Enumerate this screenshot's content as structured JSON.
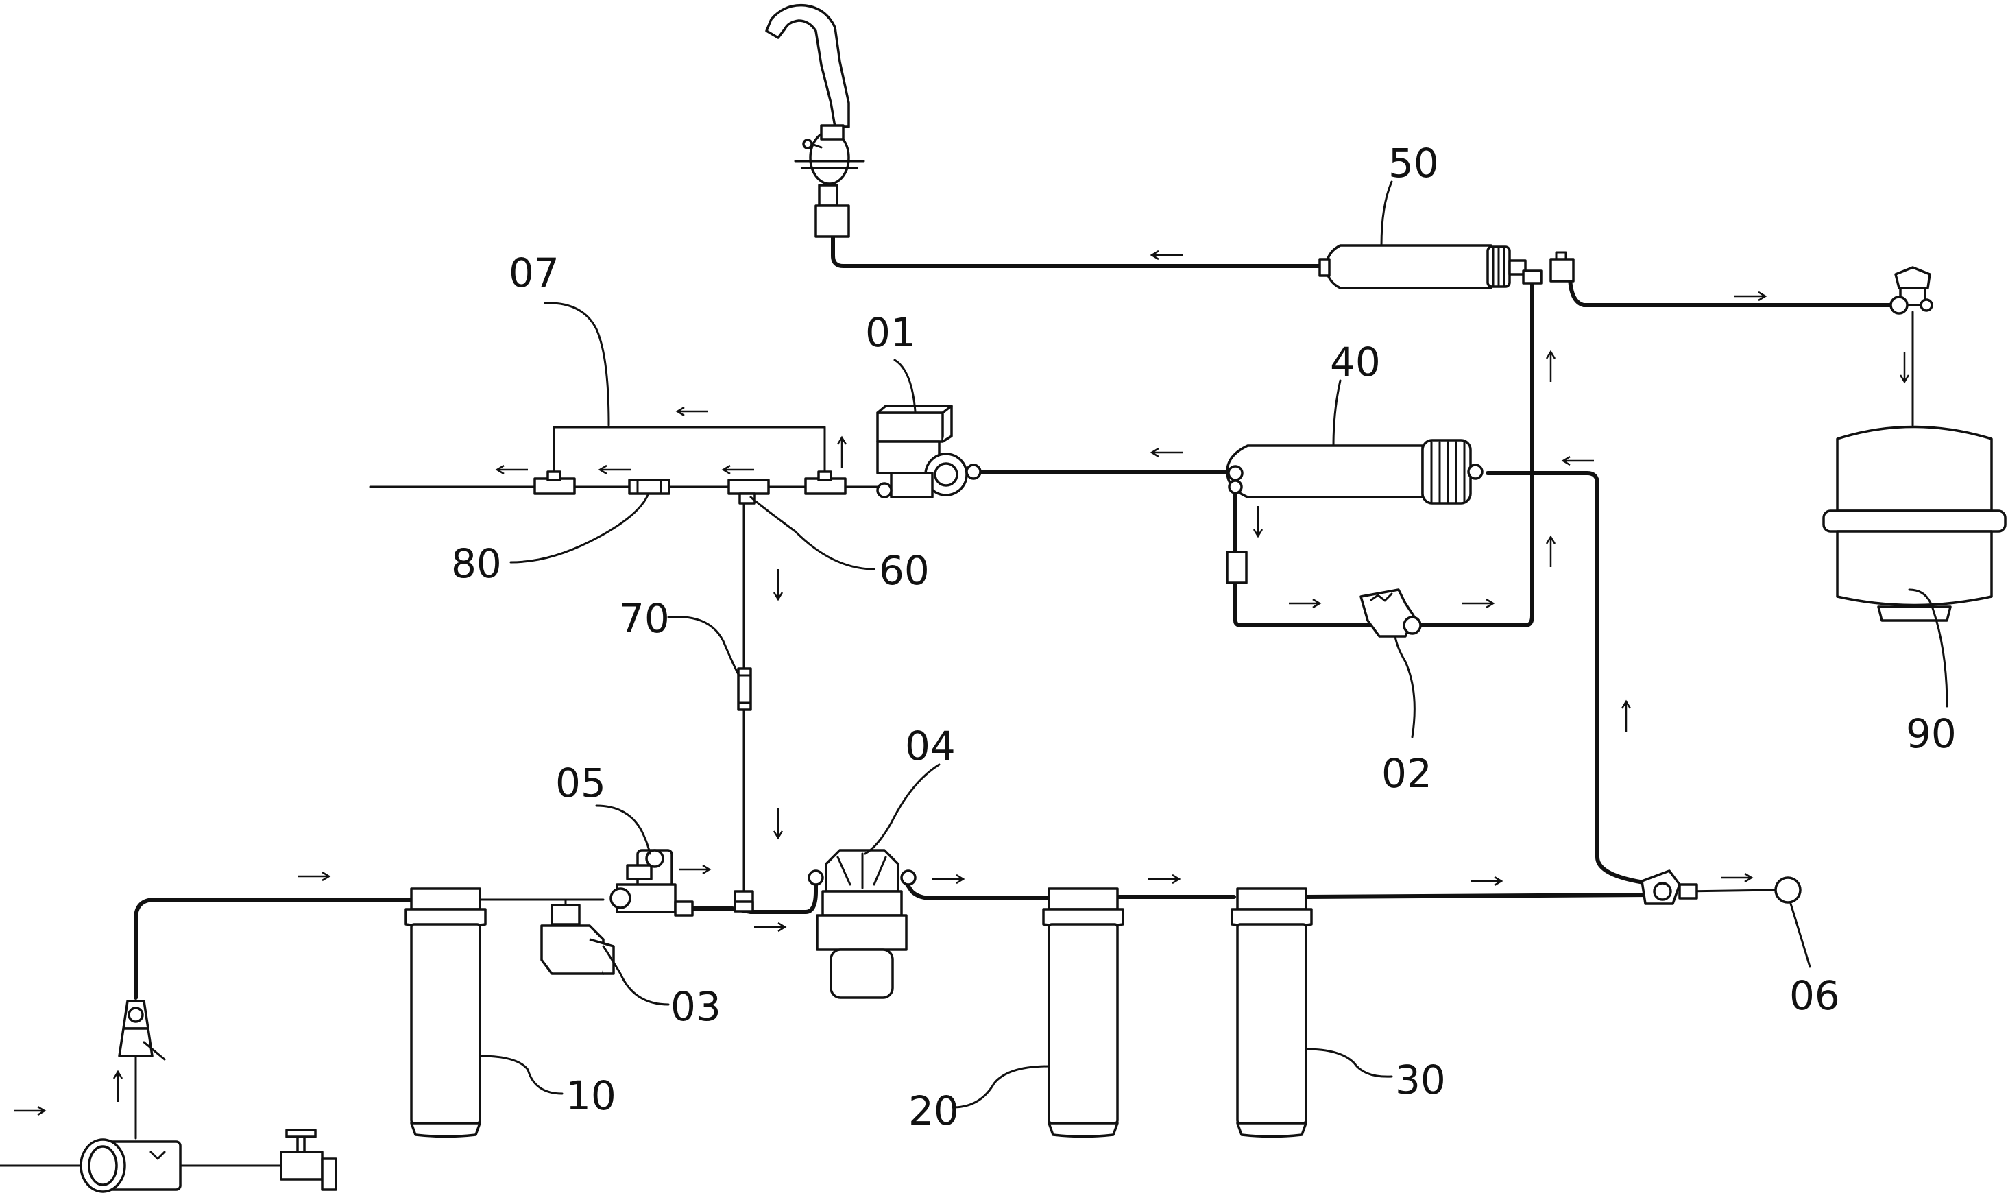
{
  "diagram": {
    "type": "water purification system schematic",
    "labels": {
      "l01": "01",
      "l02": "02",
      "l03": "03",
      "l04": "04",
      "l05": "05",
      "l06": "06",
      "l07": "07",
      "l10": "10",
      "l20": "20",
      "l30": "30",
      "l40": "40",
      "l50": "50",
      "l60": "60",
      "l70": "70",
      "l80": "80",
      "l90": "90"
    }
  }
}
